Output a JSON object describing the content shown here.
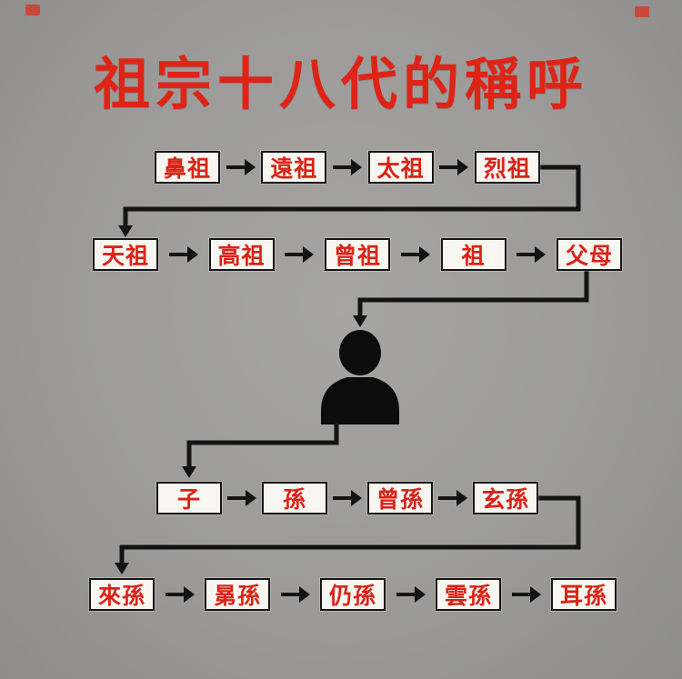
{
  "title": "祖宗十八代的稱呼",
  "rows": [
    {
      "boxes": [
        "鼻祖",
        "遠祖",
        "太祖",
        "烈祖"
      ]
    },
    {
      "boxes": [
        "天祖",
        "高祖",
        "曾祖",
        "祖",
        "父母"
      ]
    },
    {
      "boxes": [
        "子",
        "孫",
        "曾孫",
        "玄孫"
      ]
    },
    {
      "boxes": [
        "來孫",
        "晜孫",
        "仍孫",
        "雲孫",
        "耳孫"
      ]
    }
  ],
  "center_figure": "person-silhouette",
  "colors": {
    "background": "#9b9a98",
    "box_background": "#f8f6f1",
    "box_border": "#161616",
    "text_red": "#dc2217",
    "arrow_black": "#131313"
  }
}
